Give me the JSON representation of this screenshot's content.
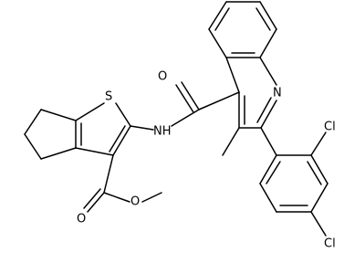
{
  "molecule": {
    "atom_labels": {
      "sulfur": "S",
      "amide_nitrogen": "NH",
      "quinoline_nitrogen": "N",
      "amide_oxygen": "O",
      "ester_carbonyl_oxygen": "O",
      "ester_ether_oxygen": "O",
      "chlorine_ortho": "Cl",
      "chlorine_para": "Cl"
    },
    "colors": {
      "bond": "#000000",
      "label": "#000000",
      "background": "#ffffff"
    }
  }
}
